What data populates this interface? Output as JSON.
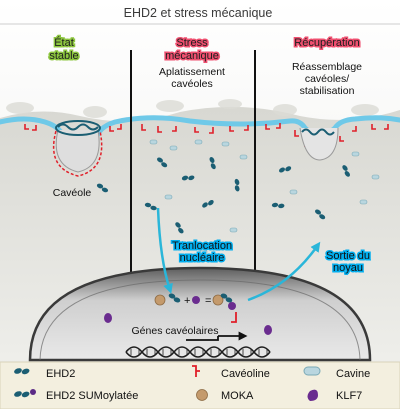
{
  "title": "EHD2 et stress mécanique",
  "panels": [
    {
      "header": [
        "État",
        "stable"
      ],
      "header_color": "#8dc63f",
      "subtitle": []
    },
    {
      "header": [
        "Stress",
        "mécanique"
      ],
      "header_color": "#ef4f6f",
      "subtitle": [
        "Aplatissement",
        "cavéoles"
      ]
    },
    {
      "header": [
        "Récupération"
      ],
      "header_color": "#ef4f6f",
      "subtitle": [
        "Réassemblage",
        "cavéoles/",
        "stabilisation"
      ]
    }
  ],
  "labels": {
    "caveole": "Cavéole",
    "translocation": [
      "Tranlocation",
      "nucléaire"
    ],
    "exit": [
      "Sortie du",
      "noyau"
    ],
    "genes": "Génes cavéolaires"
  },
  "colors": {
    "membrane": "#6fc9e8",
    "caveolin": "#e0202a",
    "ehd2": "#1b5e73",
    "sumo": "#5b2a86",
    "moka": "#c49a6c",
    "klf7": "#6a2c8f",
    "cavine": "#b9d6df",
    "callout": "#00aeef",
    "arrow": "#2ab6d9"
  },
  "legend": [
    {
      "label": "EHD2",
      "icon": "ehd2-icon"
    },
    {
      "label": "Cavéoline",
      "icon": "caveolin-icon"
    },
    {
      "label": "Cavine",
      "icon": "cavine-icon"
    },
    {
      "label": "EHD2 SUMoylatée",
      "icon": "ehd2-sumoylated-icon"
    },
    {
      "label": "MOKA",
      "icon": "moka-icon"
    },
    {
      "label": "KLF7",
      "icon": "klf7-icon"
    }
  ]
}
